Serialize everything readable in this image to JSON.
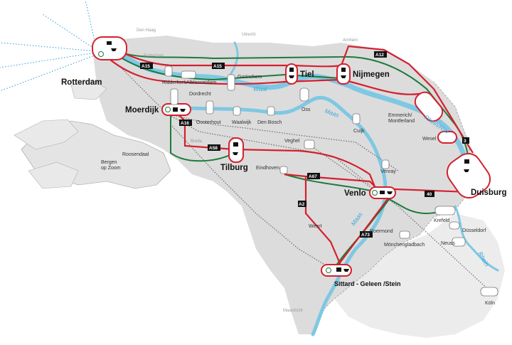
{
  "colors": {
    "land": "#dcdcdc",
    "land_outside": "#e4e4e4",
    "sea_bg": "#ffffff",
    "river": "#7ec8e3",
    "river_label": "#3aa7d8",
    "rail": "#1e7a3c",
    "road": "#d4202e",
    "waterway_route": "#6b6b6b",
    "shipping_lane": "#2a9dd1",
    "border": "#9a9a9a",
    "hub_fill": "#ffffff",
    "hub_stroke": "#d4202e"
  },
  "legend_note": "",
  "major_cities": {
    "rotterdam": "Rotterdam",
    "moerdijk": "Moerdijk",
    "tiel": "Tiel",
    "nijmegen": "Nijmegen",
    "tilburg": "Tilburg",
    "venlo": "Venlo",
    "duisburg": "Duisburg",
    "sittard": "Sittard - Geleen /Stein"
  },
  "minor_places": {
    "ridderkerk": "Ridderkerk",
    "alblasserdam": "Alblasserdam",
    "dordrecht": "Dordrecht",
    "gorinchem": "Gorinchem",
    "oosterhout": "Oosterhout",
    "waalwijk": "Waalwijk",
    "den_bosch": "Den Bosch",
    "oss": "Oss",
    "cuijk": "Cuijk",
    "emmerich": "Emmerich/",
    "montferland": "Montferland",
    "wesel": "Wesel",
    "veghel": "Veghel",
    "eindhoven": "Eindhoven",
    "venray": "Venray",
    "roosendaal": "Roosendaal",
    "bergen": "Bergen",
    "op_zoom": "op Zoom",
    "weert": "Weert",
    "roermond": "Roermond",
    "monchengladbach": "Mönchengladbach",
    "krefeld": "Krefeld",
    "dusseldorf": "Düsseldorf",
    "neuss": "Neuss",
    "koln": "Köln"
  },
  "faint_places": {
    "den_haag": "Den Haag",
    "utrecht": "Utrecht",
    "arnhem": "Arnhem",
    "rotterdam_small": "Rotterdam",
    "breda": "Breda",
    "maastricht": "Maastricht"
  },
  "rivers": {
    "waal": "Waal",
    "maas_north": "Maas",
    "maas_south": "Maas",
    "rhine": "Rhein/Rijn",
    "rhine_south": "Rhein"
  },
  "roads": {
    "a15_west": "A15",
    "a15_mid": "A15",
    "a12": "A12",
    "a16": "A16",
    "a58": "A58",
    "a67": "A67",
    "a2": "A2",
    "a73": "A73",
    "de_40": "40",
    "de_3": "3"
  }
}
